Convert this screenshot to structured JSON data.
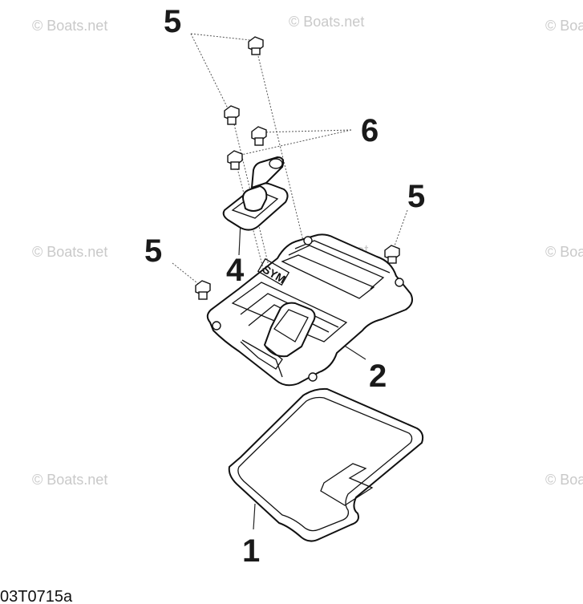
{
  "watermark": "© Boats.net",
  "figure_id": "03T0715a",
  "callouts": {
    "c5_top": "5",
    "c6": "6",
    "c5_right": "5",
    "c5_left": "5",
    "c4": "4",
    "c2": "2",
    "c1": "1"
  },
  "cover_logo": "SYM",
  "colors": {
    "line": "#111111",
    "watermark": "#c9c9c9"
  }
}
